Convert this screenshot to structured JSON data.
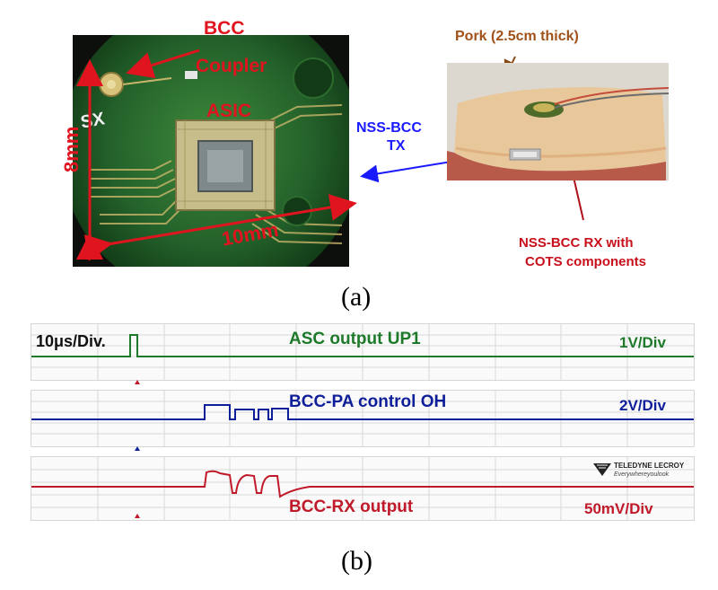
{
  "figure_a": {
    "caption": "(a)",
    "chip_labels": {
      "bcc": "BCC",
      "coupler": "Coupler",
      "asic": "ASIC",
      "sx": "SX",
      "height": "8mm",
      "width": "10mm"
    },
    "tx_label_line1": "NSS-BCC",
    "tx_label_line2": "TX",
    "pork_label": "Pork (2.5cm thick)",
    "rx_label_line1": "NSS-BCC RX with",
    "rx_label_line2": "COTS components"
  },
  "figure_b": {
    "caption": "(b)",
    "timebase": "10μs/Div.",
    "channels": [
      {
        "name": "ASC output UP1",
        "scale": "1V/Div",
        "color": "#1e7a2a"
      },
      {
        "name": "BCC-PA control OH",
        "scale": "2V/Div",
        "color": "#0f1f9a"
      },
      {
        "name": "BCC-RX output",
        "scale": "50mV/Div",
        "color": "#c01a2a"
      }
    ],
    "brand_line1": "TELEDYNE LECROY",
    "brand_line2": "Everywhereyoulook"
  },
  "colors": {
    "red_annotation": "#e0141e",
    "blue_annotation": "#1a1aff",
    "pork_label": "#a0521a",
    "rx_label": "#c8101c"
  }
}
